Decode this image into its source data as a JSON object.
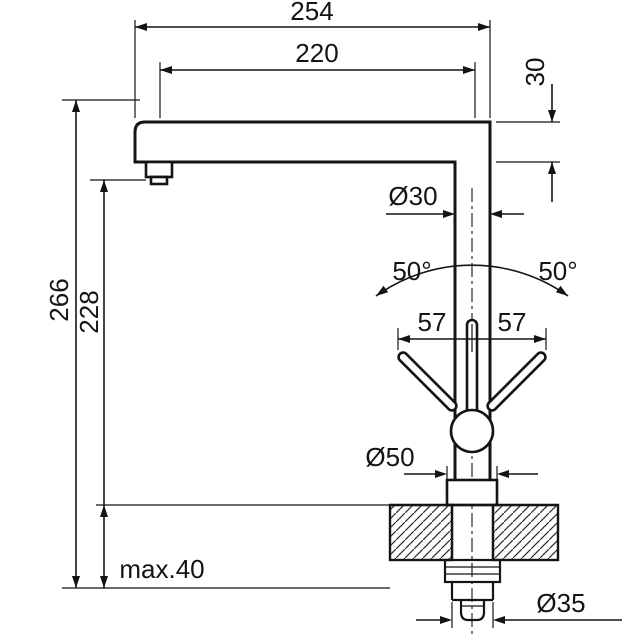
{
  "drawing": {
    "type": "faucet-installation-dimension-drawing",
    "units_shown": "mm",
    "dims": {
      "overall_length": "254",
      "spout_reach": "220",
      "spout_height": "30",
      "pipe_diameter": "Ø30",
      "swivel_left": "50°",
      "swivel_right": "50°",
      "lever_travel_left": "57",
      "lever_travel_right": "57",
      "base_diameter": "Ø50",
      "overall_height": "266",
      "spout_clearance": "228",
      "max_counter_thickness": "max.40",
      "hole_diameter": "Ø35"
    },
    "colors": {
      "line": "#141414",
      "background": "#ffffff"
    }
  }
}
